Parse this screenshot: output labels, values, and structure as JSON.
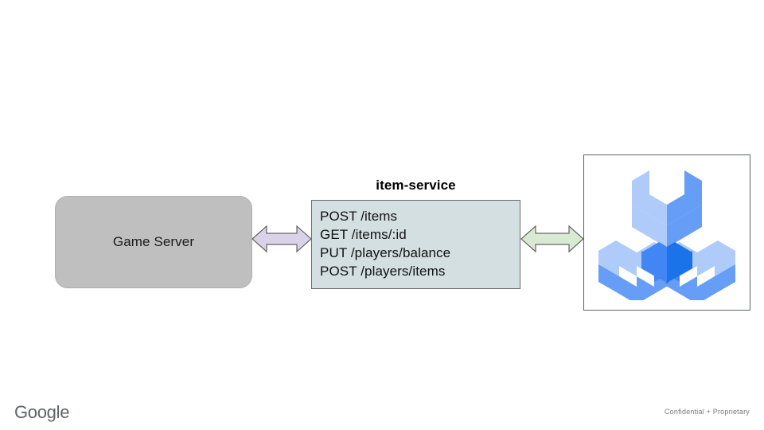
{
  "diagram": {
    "game_server": {
      "label": "Game Server"
    },
    "service": {
      "title": "item-service",
      "endpoints": [
        "POST /items",
        "GET /items/:id",
        "PUT /players/balance",
        "POST /players/items"
      ]
    },
    "arrows": [
      {
        "name": "game-server-to-item-service",
        "style": "double-headed",
        "fill": "#d9d2e9",
        "stroke": "#666666"
      },
      {
        "name": "item-service-to-tools",
        "style": "double-headed",
        "fill": "#d9ead3",
        "stroke": "#666666"
      }
    ],
    "image_panel": {
      "icon": "isometric-three-prong-wrench-icon",
      "colors": {
        "light_blue": "#aecbfa",
        "medium_blue": "#669df6",
        "dark_blue": "#1a73e8",
        "mid_blue": "#4285f4",
        "border": "#5f6368"
      }
    }
  },
  "footer": {
    "logo_text": "Google",
    "confidential_text": "Confidential + Proprietary"
  }
}
